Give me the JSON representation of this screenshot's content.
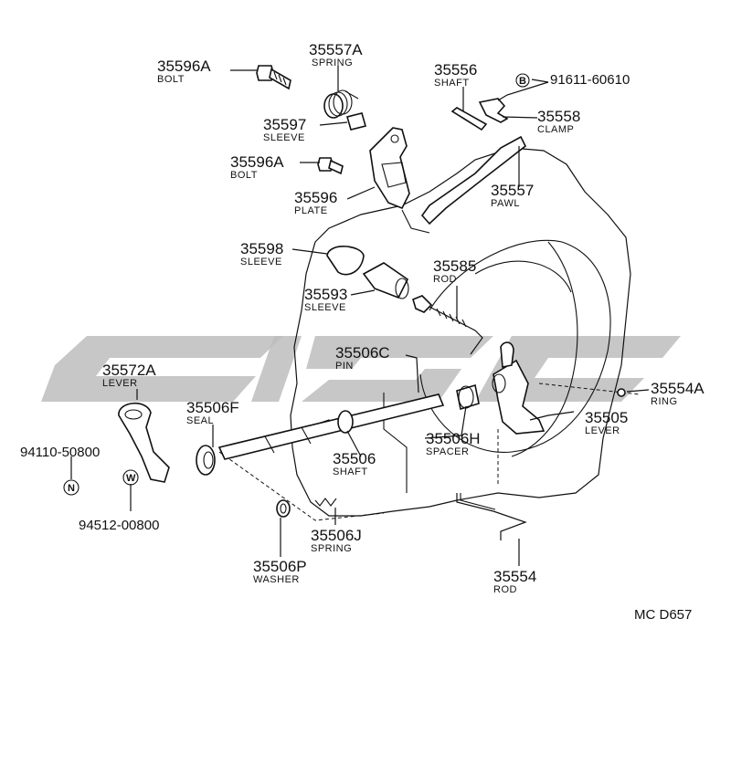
{
  "parts": [
    {
      "id": "p35557A",
      "number": "35557A",
      "name": "SPRING"
    },
    {
      "id": "p35596A_top",
      "number": "35596A",
      "name": "BOLT"
    },
    {
      "id": "p35556",
      "number": "35556",
      "name": "SHAFT"
    },
    {
      "id": "p35597",
      "number": "35597",
      "name": "SLEEVE"
    },
    {
      "id": "p35558",
      "number": "35558",
      "name": "CLAMP"
    },
    {
      "id": "p35596A_mid",
      "number": "35596A",
      "name": "BOLT"
    },
    {
      "id": "p35557",
      "number": "35557",
      "name": "PAWL"
    },
    {
      "id": "p35596",
      "number": "35596",
      "name": "PLATE"
    },
    {
      "id": "p35598",
      "number": "35598",
      "name": "SLEEVE"
    },
    {
      "id": "p35585",
      "number": "35585",
      "name": "ROD"
    },
    {
      "id": "p35593",
      "number": "35593",
      "name": "SLEEVE"
    },
    {
      "id": "p35506C",
      "number": "35506C",
      "name": "PIN"
    },
    {
      "id": "p35572A",
      "number": "35572A",
      "name": "LEVER"
    },
    {
      "id": "p35554A",
      "number": "35554A",
      "name": "RING"
    },
    {
      "id": "p35506F",
      "number": "35506F",
      "name": "SEAL"
    },
    {
      "id": "p35505",
      "number": "35505",
      "name": "LEVER"
    },
    {
      "id": "p35506H",
      "number": "35506H",
      "name": "SPACER"
    },
    {
      "id": "p35506",
      "number": "35506",
      "name": "SHAFT"
    },
    {
      "id": "p35506J",
      "number": "35506J",
      "name": "SPRING"
    },
    {
      "id": "p35506P",
      "number": "35506P",
      "name": "WASHER"
    },
    {
      "id": "p35554",
      "number": "35554",
      "name": "ROD"
    }
  ],
  "standard_parts": [
    {
      "id": "s91611",
      "symbol": "B",
      "number": "91611-60610"
    },
    {
      "id": "s94110",
      "symbol": "N",
      "number": "94110-50800"
    },
    {
      "id": "s94512",
      "symbol": "W",
      "number": "94512-00800"
    }
  ],
  "diagram_code": "MC  D657"
}
